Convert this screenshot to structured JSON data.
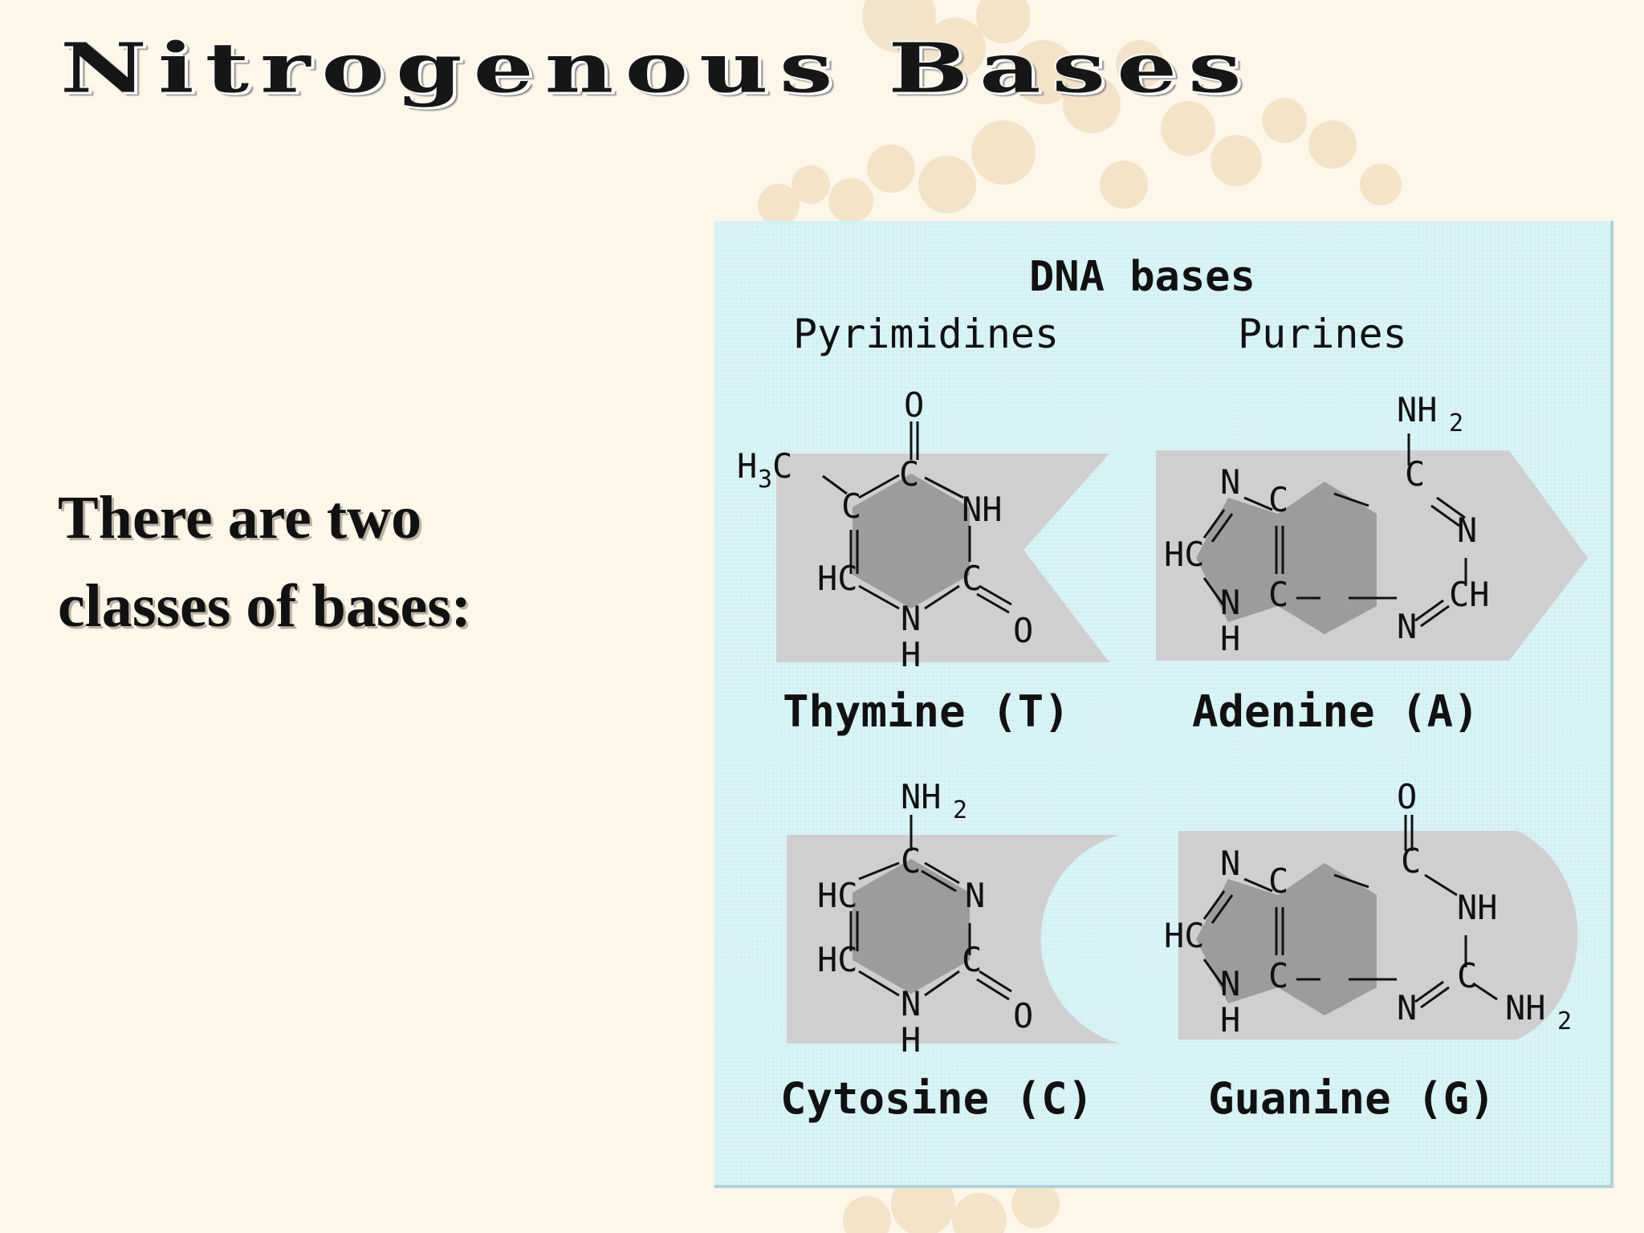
{
  "slide": {
    "title": "Nitrogenous Bases",
    "body_line1": "There are two",
    "body_line2": "classes of bases:"
  },
  "figure": {
    "title": "DNA bases",
    "pyrimidines_label": "Pyrimidines",
    "purines_label": "Purines",
    "thymine_caption": "Thymine (T)",
    "adenine_caption": "Adenine (A)",
    "cytosine_caption": "Cytosine (C)",
    "guanine_caption": "Guanine (G)"
  },
  "colors": {
    "background": "#fdf6e9",
    "figure_background": "#d9f3f6",
    "shape_light_gray": "#cfcfd1",
    "ring_gray": "#9c9c9e",
    "text": "#111111"
  }
}
